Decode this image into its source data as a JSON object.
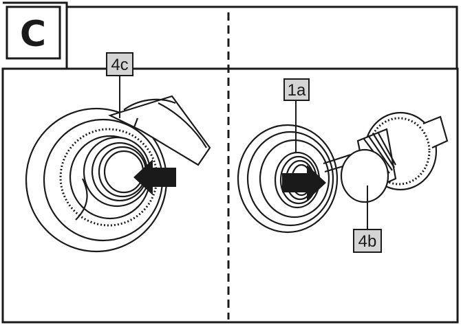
{
  "step": {
    "letter": "C"
  },
  "labels": {
    "cap": "4c",
    "valve_inner": "1a",
    "valve_insert": "4b"
  },
  "colors": {
    "ink": "#1a1a1a",
    "label_fill": "#d4d4d4",
    "paper": "#ffffff"
  },
  "icons": {
    "left_arrow": "arrow-left-icon",
    "right_arrow": "arrow-right-icon"
  }
}
